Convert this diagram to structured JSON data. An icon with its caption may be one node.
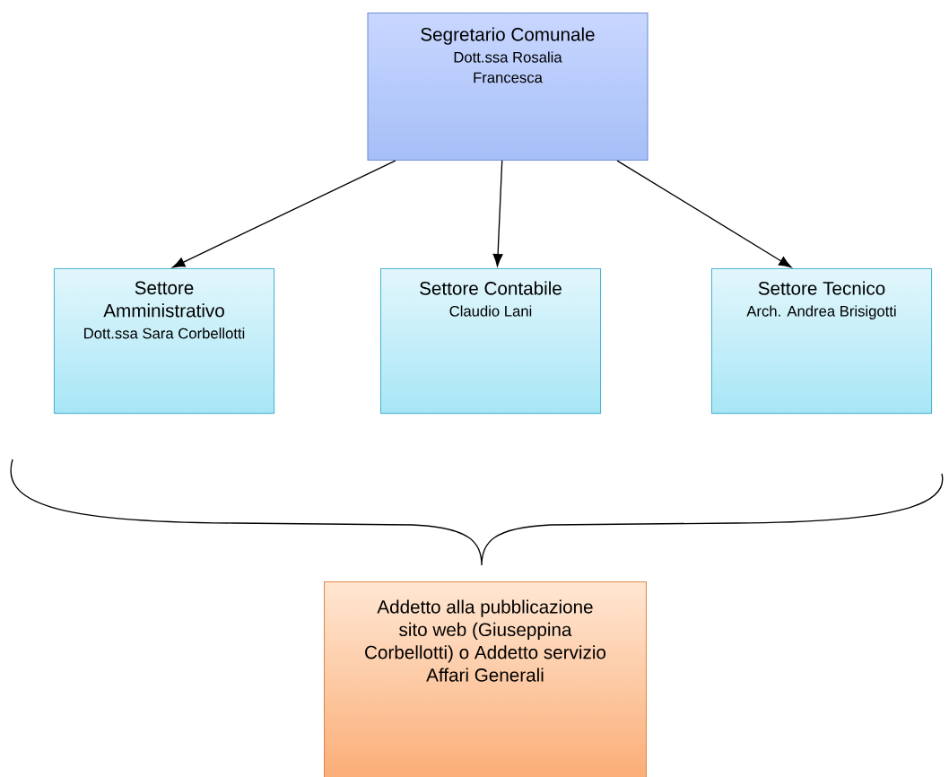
{
  "diagram": {
    "nodes": [
      {
        "text": [
          "Segretario Comunale",
          "Dott.ssa Rosalia Francesca"
        ]
      },
      {
        "text": [
          "Settore Amministrativo",
          "Dott.ssa Sara Corbellotti"
        ]
      },
      {
        "text": [
          "Settore Contabile",
          "Claudio Lani"
        ]
      },
      {
        "text": [
          "Settore Tecnico",
          "Arch. Andrea Brisigotti"
        ]
      },
      {
        "text": [
          "Addetto alla pubblicazione sito web (Giuseppina Corbellotti) o Addetto servizio Affari Generali"
        ]
      }
    ],
    "edges": [
      {
        "from": 0,
        "to": 1,
        "arrow": "to"
      },
      {
        "from": 0,
        "to": 2,
        "arrow": "to"
      },
      {
        "from": 0,
        "to": 3,
        "arrow": "to"
      }
    ]
  }
}
